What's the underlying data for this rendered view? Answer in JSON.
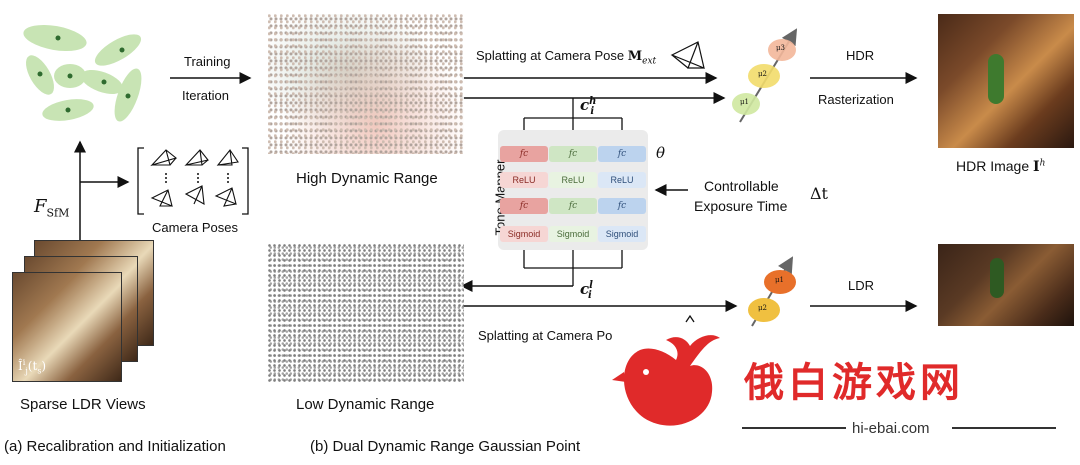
{
  "panel_a": {
    "arrow_label": "F_SfM",
    "arrow_label_main": "F",
    "arrow_label_sub": "SfM",
    "camera_poses_label": "Camera Poses",
    "sparse_views_label": "Sparse LDR Views",
    "image_symbol_main": "Î",
    "image_symbol_sub": "j",
    "image_symbol_sup": "i",
    "image_symbol_arg": "(t",
    "image_symbol_argsub": "s",
    "image_symbol_close": ")",
    "caption": "(a) Recalibration and Initialization"
  },
  "panel_b": {
    "training_label": "Training",
    "iteration_label": "Iteration",
    "high_range_label": "High Dynamic Range",
    "low_range_label": "Low Dynamic Range",
    "tone_mapper_label": "Tone Mapper",
    "theta_label": "θ",
    "exposure_label_line1": "Controllable",
    "exposure_label_line2": "Exposure Time",
    "delta_t_label": "Δt",
    "ch_label_main": "c",
    "ch_label_sup": "h",
    "ch_label_sub": "i",
    "cl_label_main": "c",
    "cl_label_sup": "l",
    "cl_label_sub": "i",
    "splat_top_label": "Splatting at Camera Pose",
    "splat_top_symbol_main": "M",
    "splat_top_symbol_sub": "ext",
    "splat_bottom_label": "Splatting at Camera Po",
    "tone_columns": [
      {
        "fc1": "fc",
        "relu": "ReLU",
        "fc2": "fc",
        "act": "Sigmoid"
      },
      {
        "fc1": "fc",
        "relu": "ReLU",
        "fc2": "fc",
        "act": "Sigmoid"
      },
      {
        "fc1": "fc",
        "relu": "ReLU",
        "fc2": "fc",
        "act": "Sigmoid"
      }
    ],
    "caption": "(b) Dual Dynamic Range Gaussian Point"
  },
  "panel_c": {
    "hdr_label": "HDR",
    "rasterization_label": "Rasterization",
    "ldr_label": "LDR",
    "hdr_image_label": "HDR Image",
    "hdr_image_symbol_main": "I",
    "hdr_image_symbol_sup": "h",
    "gauss_top": [
      "μ3",
      "μ2",
      "μ1"
    ],
    "gauss_bottom": [
      "μ1",
      "μ2"
    ]
  },
  "watermark": {
    "title": "俄白游戏网",
    "site": "hi-ebai.com"
  },
  "colors": {
    "ellipse_green": "#bfe0a8",
    "gauss_top_3": "#f3b79a",
    "gauss_top_2": "#f2dc6a",
    "gauss_top_1": "#cfe8a0",
    "gauss_bottom_1": "#e8702a",
    "gauss_bottom_2": "#f0c040",
    "watermark_red": "#e02a2a"
  }
}
